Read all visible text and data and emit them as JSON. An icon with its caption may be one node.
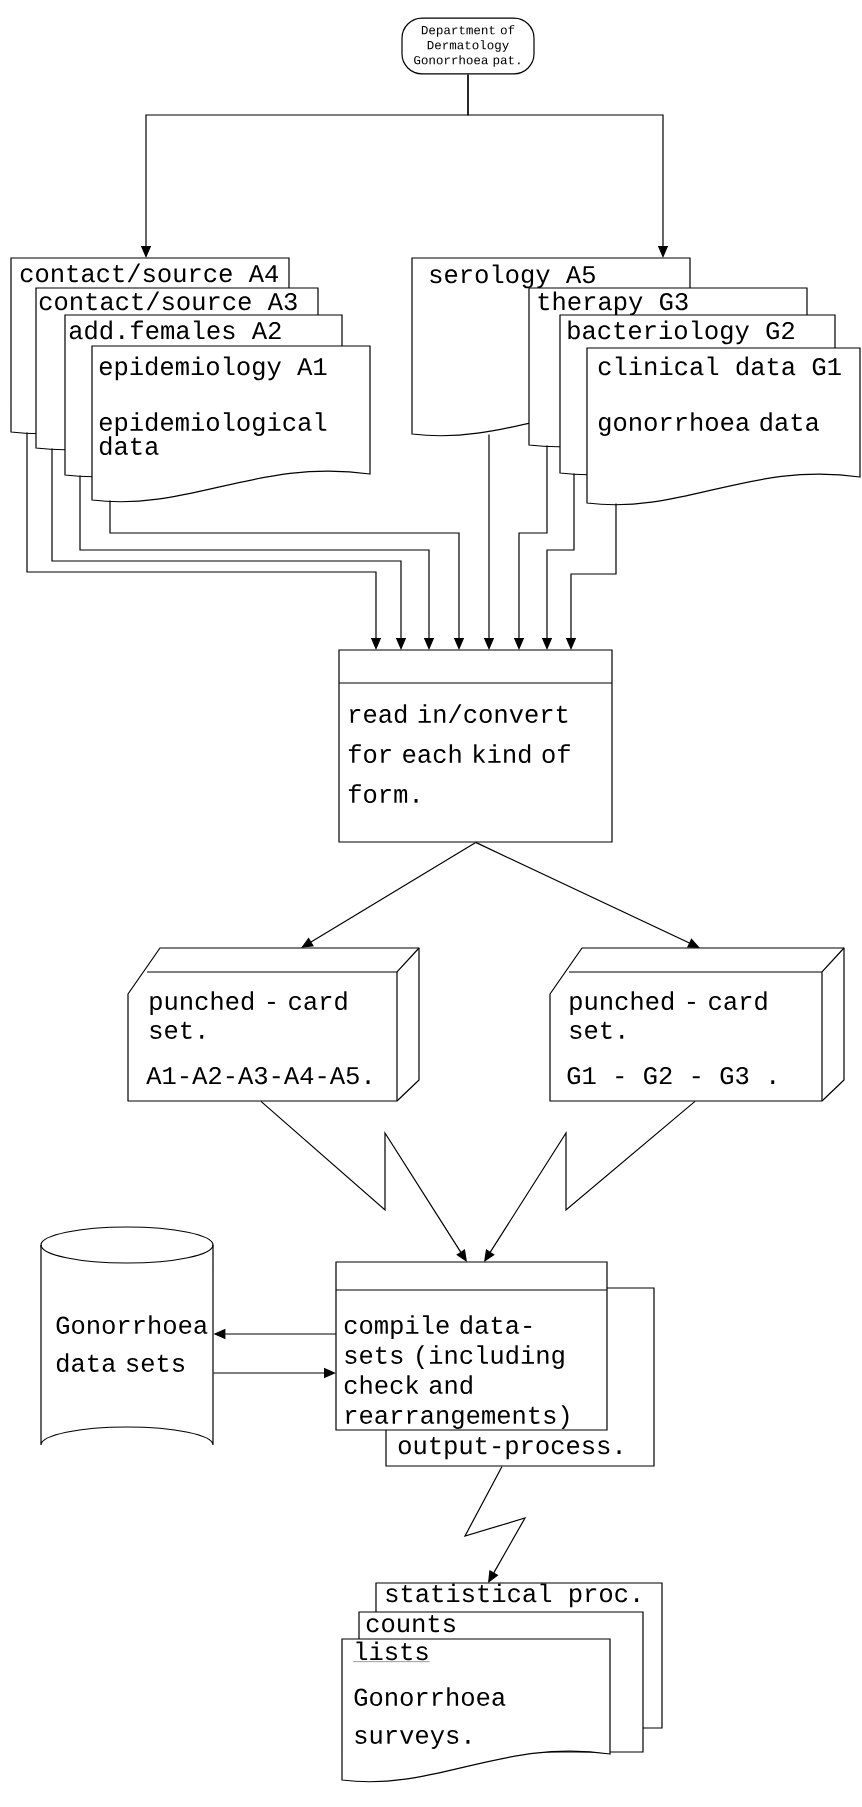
{
  "diagram": {
    "nodes": [
      {
        "text": [
          "Department of Dermatology Gonorrhoea pat."
        ]
      },
      {
        "text": [
          "contact/source A4"
        ]
      },
      {
        "text": [
          "contact/source A3"
        ]
      },
      {
        "text": [
          "add.females A2"
        ]
      },
      {
        "text": [
          "epidemiology A1",
          "epidemiological data"
        ]
      },
      {
        "text": [
          "serology A5"
        ]
      },
      {
        "text": [
          "therapy G3"
        ]
      },
      {
        "text": [
          "bacteriology G2"
        ]
      },
      {
        "text": [
          "clinical data G1",
          "gonorrhoea data"
        ]
      },
      {
        "text": [
          "read in/convert for each kind of form."
        ]
      },
      {
        "text": [
          "punched - card set.",
          "A1-A2-A3-A4-A5."
        ]
      },
      {
        "text": [
          "punched - card set.",
          "G1 - G2 - G3 ."
        ]
      },
      {
        "text": [
          "Gonorrhoea data sets"
        ]
      },
      {
        "text": [
          "compile data-sets (including check and rearrangements)"
        ]
      },
      {
        "text": [
          "output-process."
        ]
      },
      {
        "text": [
          "statistical proc."
        ]
      },
      {
        "text": [
          "counts"
        ]
      },
      {
        "text": [
          "lists",
          "Gonorrhoea surveys."
        ]
      }
    ],
    "edges": [
      {
        "from": 0,
        "to": 1,
        "arrow": "to"
      },
      {
        "from": 0,
        "to": 5,
        "arrow": "to"
      },
      {
        "from": 1,
        "to": 9,
        "arrow": "to"
      },
      {
        "from": 2,
        "to": 9,
        "arrow": "to"
      },
      {
        "from": 3,
        "to": 9,
        "arrow": "to"
      },
      {
        "from": 4,
        "to": 9,
        "arrow": "to"
      },
      {
        "from": 5,
        "to": 9,
        "arrow": "to"
      },
      {
        "from": 6,
        "to": 9,
        "arrow": "to"
      },
      {
        "from": 7,
        "to": 9,
        "arrow": "to"
      },
      {
        "from": 8,
        "to": 9,
        "arrow": "to"
      },
      {
        "from": 9,
        "to": 10,
        "arrow": "to"
      },
      {
        "from": 9,
        "to": 11,
        "arrow": "to"
      },
      {
        "from": 10,
        "to": 13,
        "arrow": "to"
      },
      {
        "from": 11,
        "to": 13,
        "arrow": "to"
      },
      {
        "from": 13,
        "to": 12,
        "arrow": "to"
      },
      {
        "from": 12,
        "to": 13,
        "arrow": "to"
      },
      {
        "from": 14,
        "to": 15,
        "arrow": "to"
      }
    ]
  }
}
